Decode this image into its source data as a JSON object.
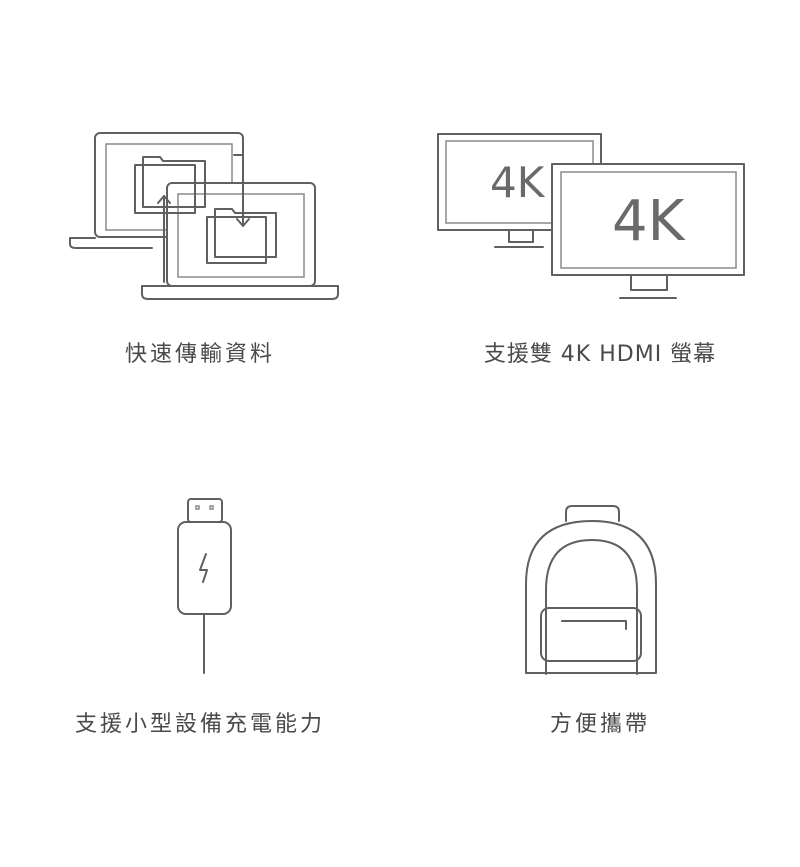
{
  "features": [
    {
      "icon": "laptop-file-transfer-icon",
      "label": "快速傳輸資料"
    },
    {
      "icon": "dual-4k-monitor-icon",
      "label": "支援雙 4K HDMI 螢幕",
      "monitor_text": "4K"
    },
    {
      "icon": "charging-plug-icon",
      "label": "支援小型設備充電能力"
    },
    {
      "icon": "backpack-icon",
      "label": "方便攜帶"
    }
  ],
  "colors": {
    "line": "#606060",
    "text": "#4a4a4a",
    "background": "#ffffff"
  }
}
